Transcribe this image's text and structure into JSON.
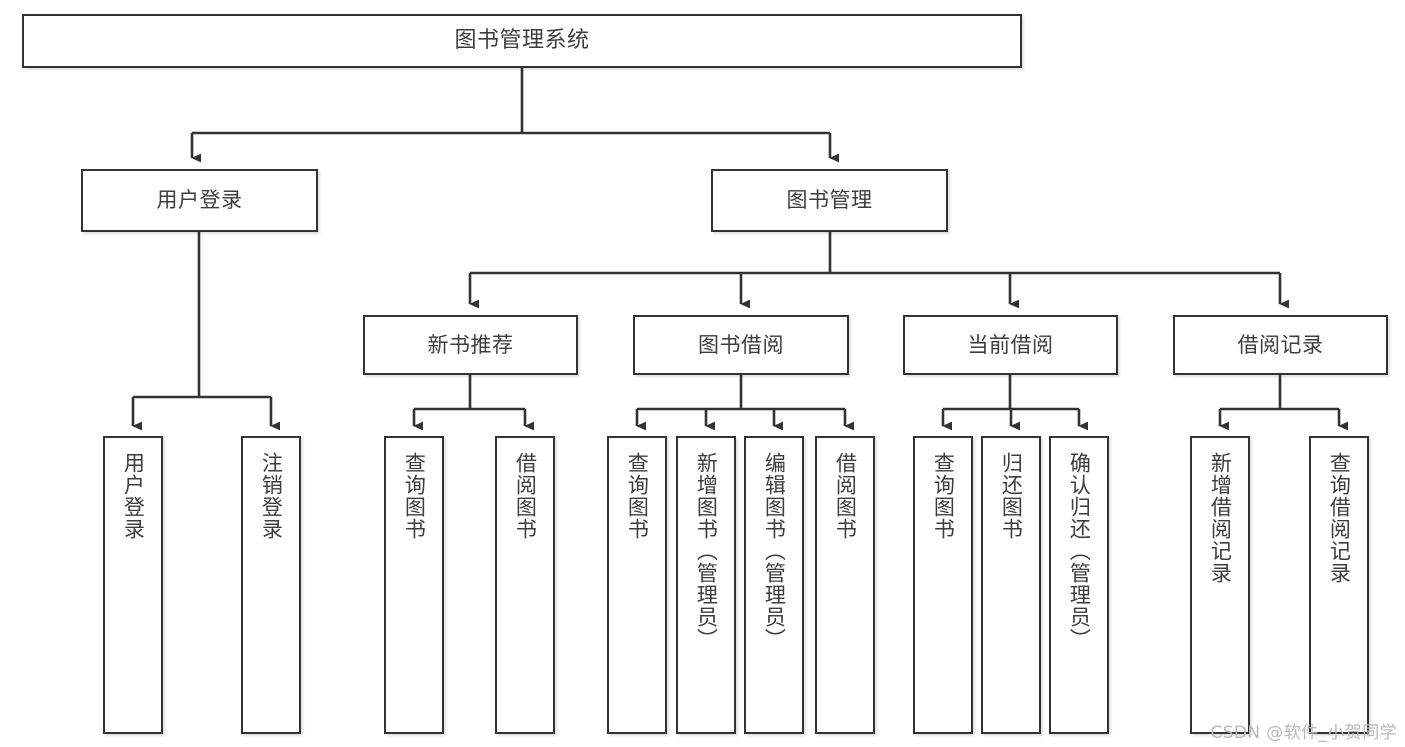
{
  "diagram": {
    "title": "图书管理系统",
    "type": "tree-hierarchy",
    "watermark": "CSDN @软件_小贺同学",
    "colors": {
      "box_border": "#333333",
      "box_fill": "#ffffff",
      "text": "#3d3d3d",
      "edge": "#333333",
      "watermark": "#b9b9b9"
    },
    "nodes": {
      "root": {
        "label": "图书管理系统"
      },
      "level2": [
        {
          "id": "user-login",
          "label": "用户登录"
        },
        {
          "id": "book-management",
          "label": "图书管理"
        }
      ],
      "level3": [
        {
          "id": "new-book-recommend",
          "label": "新书推荐"
        },
        {
          "id": "book-borrow",
          "label": "图书借阅"
        },
        {
          "id": "current-borrow",
          "label": "当前借阅"
        },
        {
          "id": "borrow-record",
          "label": "借阅记录"
        }
      ],
      "leaves": {
        "user-login": [
          {
            "id": "leaf-user-login",
            "label": "用户登录"
          },
          {
            "id": "leaf-user-logout",
            "label": "注销登录"
          }
        ],
        "new-book-recommend": [
          {
            "id": "leaf-query-book-1",
            "label": "查询图书"
          },
          {
            "id": "leaf-borrow-book-1",
            "label": "借阅图书"
          }
        ],
        "book-borrow": [
          {
            "id": "leaf-query-book-2",
            "label": "查询图书"
          },
          {
            "id": "leaf-add-book",
            "label": "新增图书（管理员）"
          },
          {
            "id": "leaf-edit-book",
            "label": "编辑图书（管理员）"
          },
          {
            "id": "leaf-borrow-book-2",
            "label": "借阅图书"
          }
        ],
        "current-borrow": [
          {
            "id": "leaf-query-book-3",
            "label": "查询图书"
          },
          {
            "id": "leaf-return-book",
            "label": "归还图书"
          },
          {
            "id": "leaf-confirm-return",
            "label": "确认归还（管理员）"
          }
        ],
        "borrow-record": [
          {
            "id": "leaf-add-borrow-record",
            "label": "新增借阅记录"
          },
          {
            "id": "leaf-query-borrow-record",
            "label": "查询借阅记录"
          }
        ]
      }
    }
  }
}
